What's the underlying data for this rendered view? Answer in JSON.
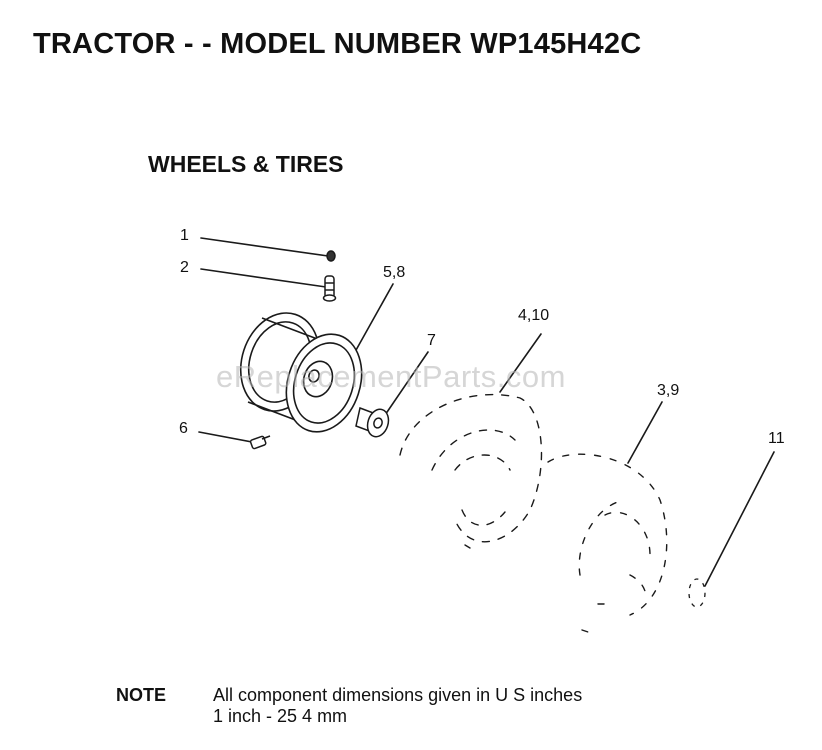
{
  "header": {
    "title": "TRACTOR - - MODEL NUMBER WP145H42C"
  },
  "section": {
    "title": "WHEELS & TIRES"
  },
  "diagram": {
    "callouts": [
      {
        "id": "callout-1",
        "label": "1"
      },
      {
        "id": "callout-2",
        "label": "2"
      },
      {
        "id": "callout-5-8",
        "label": "5,8"
      },
      {
        "id": "callout-7",
        "label": "7"
      },
      {
        "id": "callout-4-10",
        "label": "4,10"
      },
      {
        "id": "callout-3-9",
        "label": "3,9"
      },
      {
        "id": "callout-6",
        "label": "6"
      },
      {
        "id": "callout-11",
        "label": "11"
      }
    ],
    "watermark": "eReplacementParts.com"
  },
  "note": {
    "label": "NOTE",
    "lines": [
      "All component dimensions given in U S  inches",
      "1 inch - 25 4 mm"
    ]
  }
}
